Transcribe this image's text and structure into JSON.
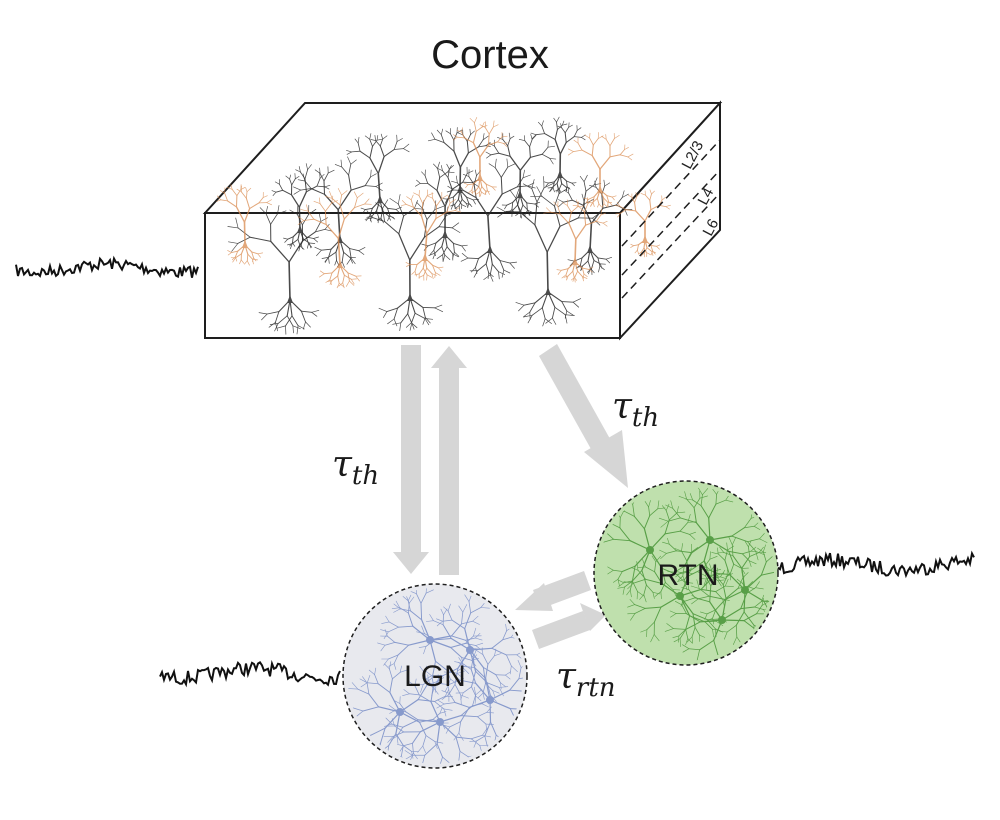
{
  "title": "Cortex",
  "cortex": {
    "layers": [
      "L2/3",
      "L4",
      "L6"
    ]
  },
  "nuclei": {
    "lgn": {
      "label": "LGN",
      "fill": "#e8e9ee",
      "neuron_color": "#6f86c4"
    },
    "rtn": {
      "label": "RTN",
      "fill": "#bfe0ad",
      "neuron_color": "#3f8f2e"
    }
  },
  "delays": {
    "cortex_lgn": {
      "symbol": "τ",
      "subscript": "th"
    },
    "cortex_rtn": {
      "symbol": "τ",
      "subscript": "th"
    },
    "lgn_rtn": {
      "symbol": "τ",
      "subscript": "rtn"
    }
  },
  "colors": {
    "arrow": "#d6d6d6",
    "pyramidal_dark": "#2b2b2b",
    "pyramidal_orange": "#d98a4e",
    "signal": "#111111"
  }
}
